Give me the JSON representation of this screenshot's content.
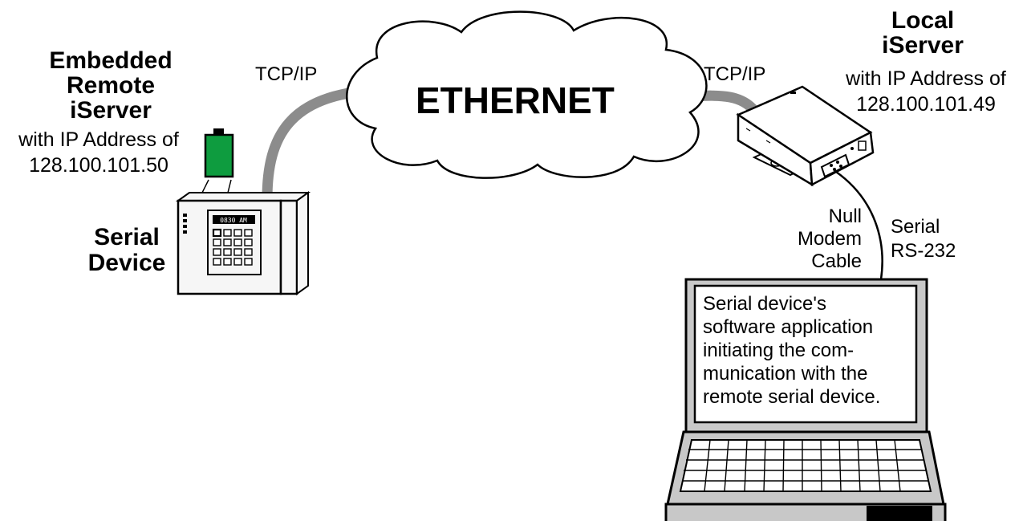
{
  "cloud": {
    "label": "ETHERNET"
  },
  "connections": {
    "left_protocol": "TCP/IP",
    "right_protocol": "TCP/IP"
  },
  "remote_iserver": {
    "title_lines": [
      "Embedded",
      "Remote",
      "iServer"
    ],
    "ip_caption": "with IP Address of",
    "ip_address": "128.100.101.50"
  },
  "local_iserver": {
    "title_lines": [
      "Local",
      "iServer"
    ],
    "ip_caption": "with IP Address of",
    "ip_address": "128.100.101.49"
  },
  "serial_device": {
    "title_lines": [
      "Serial",
      "Device"
    ],
    "display_text": "0830 AM"
  },
  "cable": {
    "null_modem_lines": [
      "Null",
      "Modem",
      "Cable"
    ],
    "serial_lines": [
      "Serial",
      "RS-232"
    ]
  },
  "laptop": {
    "screen_lines": [
      "Serial device's",
      "software application",
      "initiating the com-",
      "munication with the",
      "remote serial device."
    ]
  },
  "colors": {
    "cable_gray": "#8c8c8c",
    "module_green": "#0e9c3f",
    "device_fill": "#f6f6f6",
    "laptop_fill": "#c8c8c8",
    "outline": "#000000"
  },
  "icons": [
    "ethernet-cloud-icon",
    "iserver-module-icon",
    "keypad-device-icon",
    "iserver-box-icon",
    "laptop-icon"
  ]
}
